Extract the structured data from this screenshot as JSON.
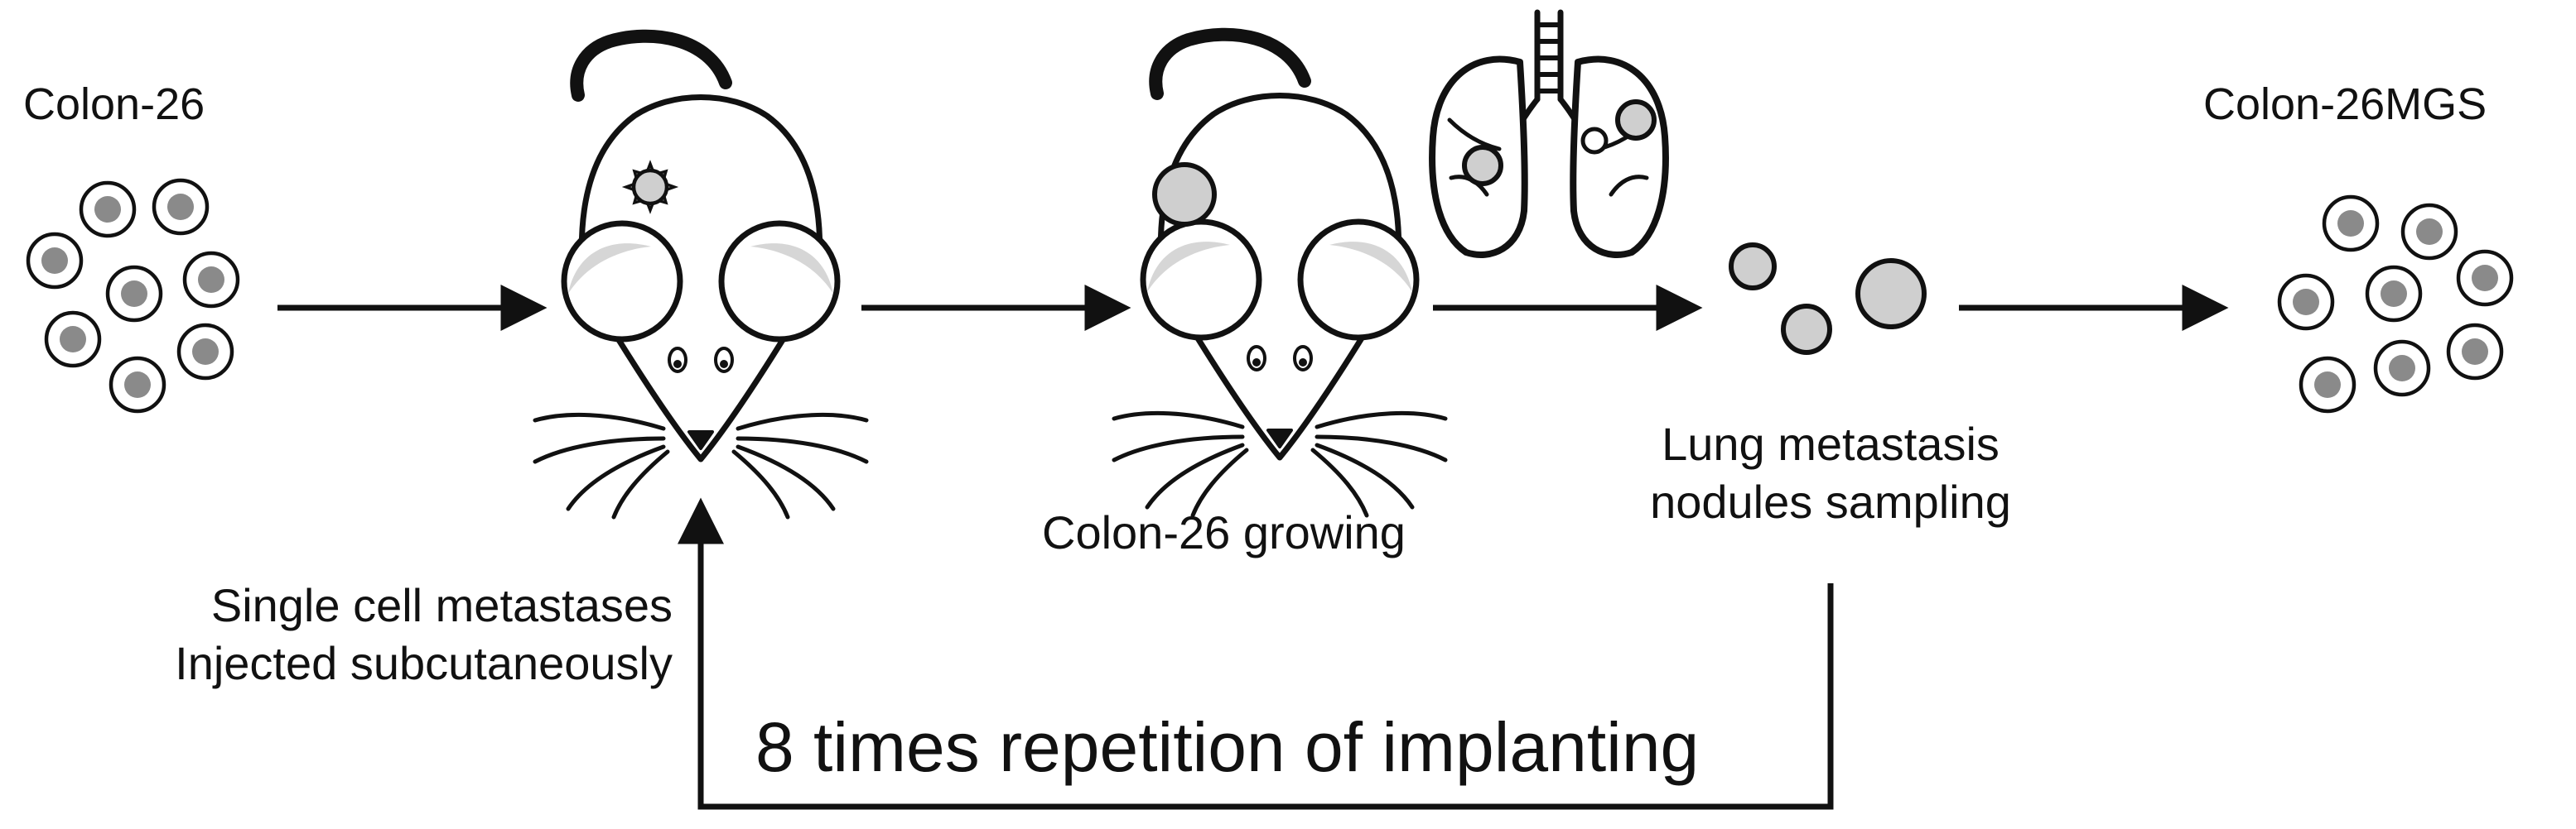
{
  "labels": {
    "source_cells": "Colon-26",
    "result_cells": "Colon-26MGS",
    "growing": "Colon-26 growing",
    "lung_line1": "Lung metastasis",
    "lung_line2": "nodules sampling",
    "inject_line1": "Single cell metastases",
    "inject_line2": "Injected subcutaneously",
    "repetition": "8 times repetition of implanting"
  },
  "icons": [
    "cell-cluster-icon",
    "mouse-icon",
    "tumor-icon",
    "lung-icon",
    "nodule-icon",
    "arrow-icon"
  ],
  "colors": {
    "stroke": "#111111",
    "nucleus": "#8a8a8a",
    "tumor": "#cfcfcf",
    "nodule": "#cfcfcf",
    "ear_inner": "#d6d6d6",
    "background": "#ffffff"
  }
}
